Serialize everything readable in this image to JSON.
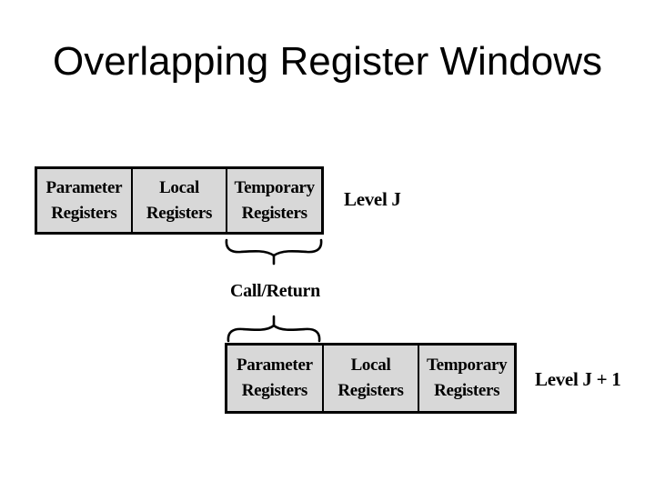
{
  "slide": {
    "title": "Overlapping Register Windows"
  },
  "diagram": {
    "register_windows": [
      {
        "id": "level-j",
        "level_label": "Level J",
        "cells": [
          {
            "line1": "Parameter",
            "line2": "Registers"
          },
          {
            "line1": "Local",
            "line2": "Registers"
          },
          {
            "line1": "Temporary",
            "line2": "Registers"
          }
        ]
      },
      {
        "id": "level-j-plus-1",
        "level_label": "Level J + 1",
        "cells": [
          {
            "line1": "Parameter",
            "line2": "Registers"
          },
          {
            "line1": "Local",
            "line2": "Registers"
          },
          {
            "line1": "Temporary",
            "line2": "Registers"
          }
        ]
      }
    ],
    "connector_label": "Call/Return",
    "colors": {
      "cell_fill": "#d8d8d8",
      "border": "#000000",
      "text": "#000000",
      "background": "#ffffff"
    }
  }
}
